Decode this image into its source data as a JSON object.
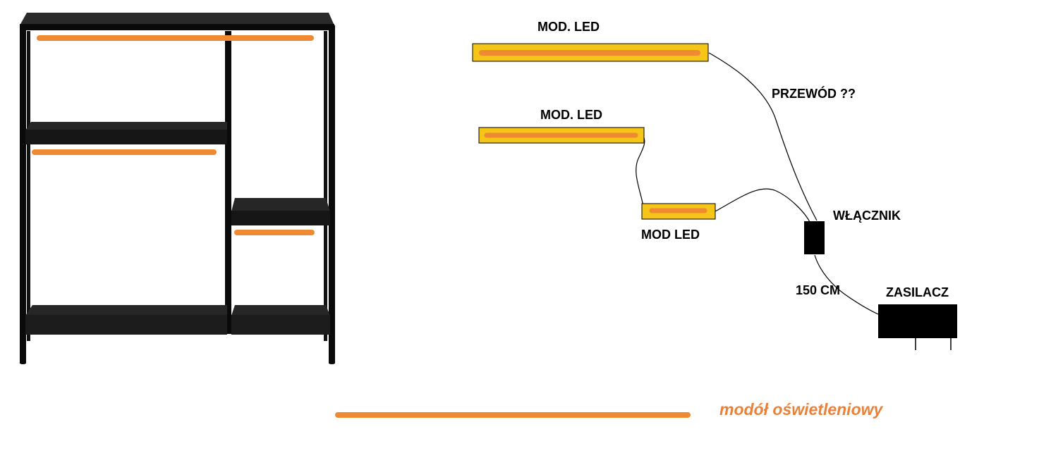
{
  "diagram": {
    "led_module_label_1": "MOD. LED",
    "led_module_label_2": "MOD. LED",
    "led_module_label_3": "MOD LED",
    "wire_label": "PRZEWÓD ??",
    "switch_label": "WŁĄCZNIK",
    "cable_length_label": "150 CM",
    "power_supply_label": "ZASILACZ"
  },
  "legend": {
    "label": "modół oświetleniowy"
  },
  "colors": {
    "led_strip": "#f08a32",
    "led_module_fill": "#f5c518",
    "shelf_frame": "#0a0a0a",
    "shelf_board": "#1f1f1f",
    "legend_text": "#e8813a"
  }
}
